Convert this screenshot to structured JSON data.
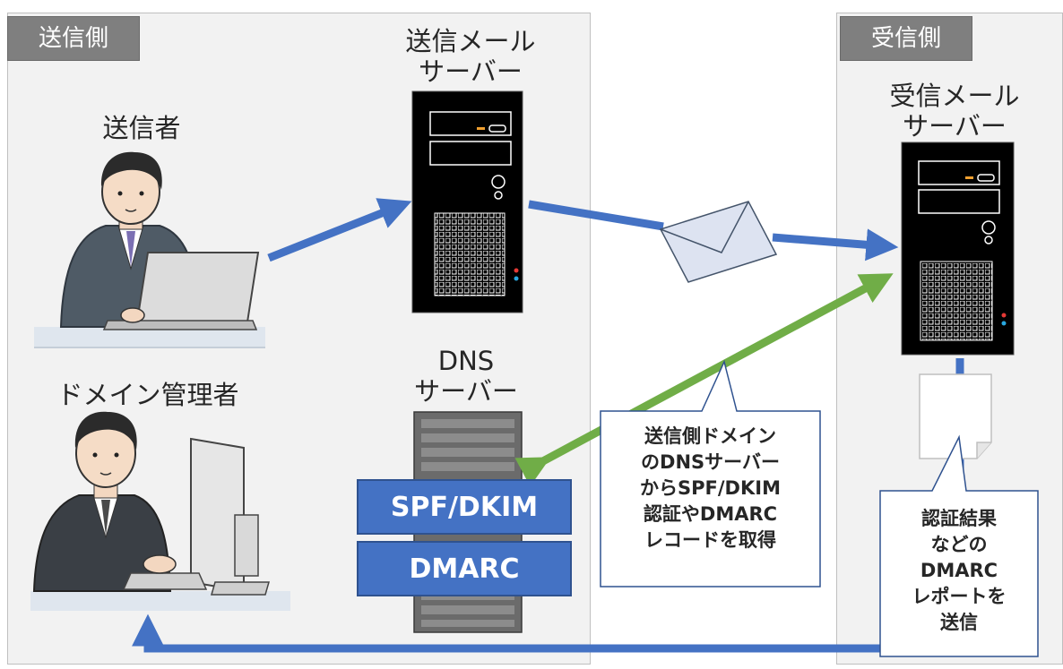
{
  "sections": {
    "sender_tag": "送信側",
    "receiver_tag": "受信側"
  },
  "actors": {
    "sender": "送信者",
    "domain_admin": "ドメイン管理者"
  },
  "servers": {
    "send_mail_line1": "送信メール",
    "send_mail_line2": "サーバー",
    "recv_mail_line1": "受信メール",
    "recv_mail_line2": "サーバー",
    "dns_line1": "DNS",
    "dns_line2": "サーバー"
  },
  "records": {
    "spf_dkim": "SPF/DKIM",
    "dmarc": "DMARC"
  },
  "callouts": {
    "dns_lookup": [
      "送信側ドメイン",
      "のDNSサーバー",
      "からSPF/DKIM",
      "認証やDMARC",
      "レコードを取得"
    ],
    "report": [
      "認証結果",
      "などの",
      "DMARC",
      "レポートを",
      "送信"
    ]
  },
  "colors": {
    "mail_flow_arrow": "#4472c4",
    "dns_lookup_arrow": "#70ad47",
    "record_box": "#4472c4",
    "panel_bg": "#f2f2f2",
    "section_tag": "#7f7f7f",
    "server_body": "#000000"
  }
}
